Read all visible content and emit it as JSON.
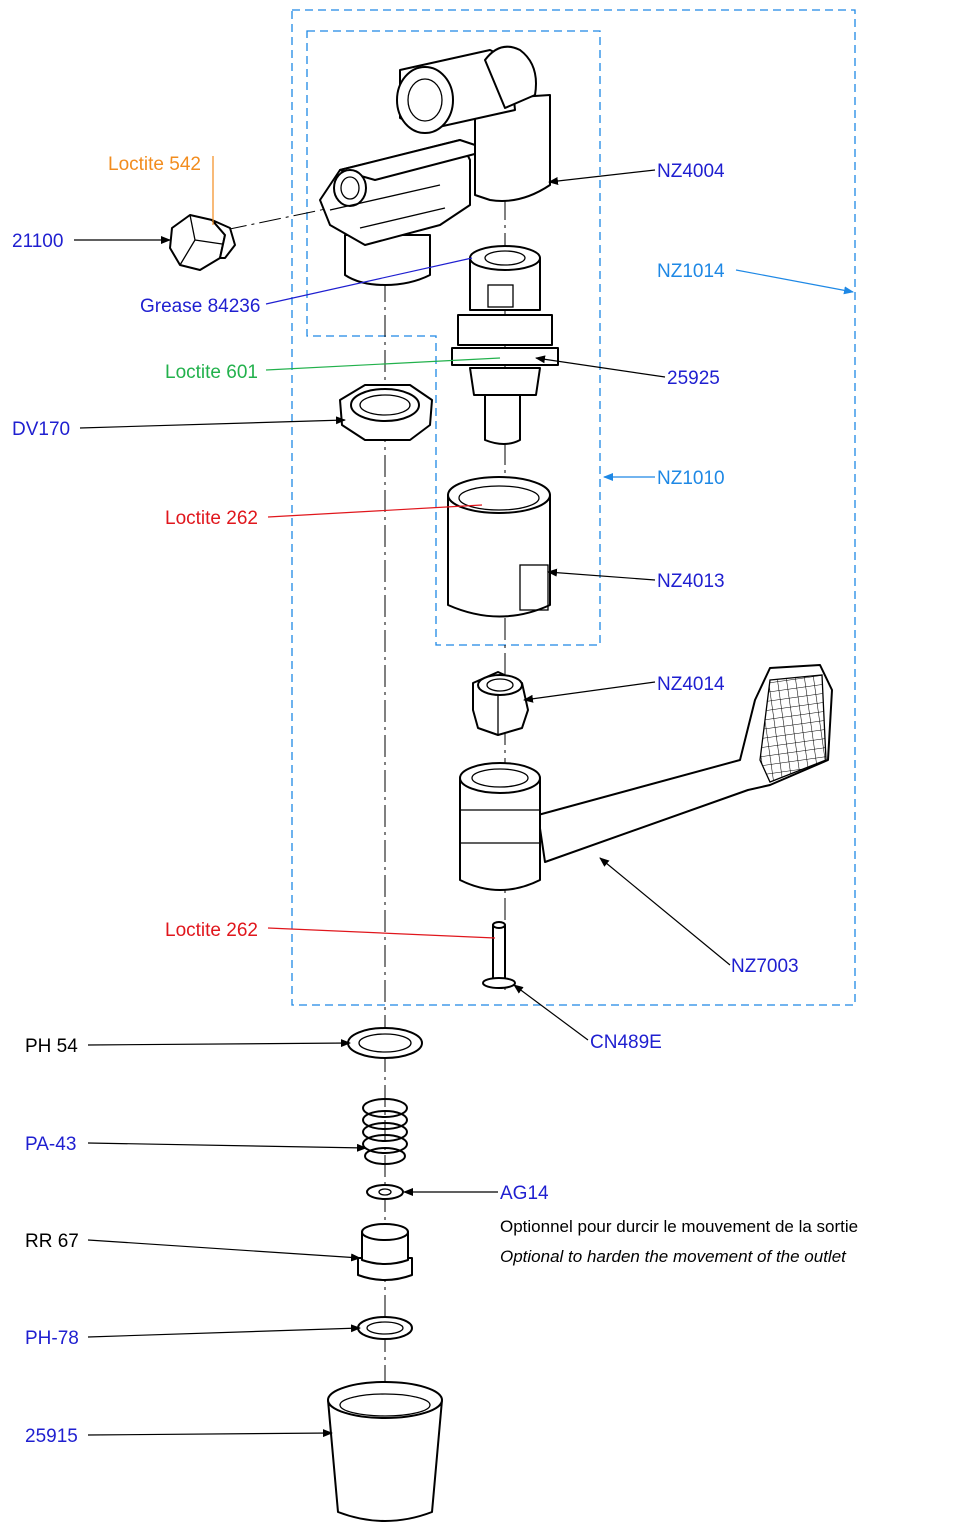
{
  "colors": {
    "part_number": "#1f1fd0",
    "assembly": "#1e88e5",
    "plain": "#000000",
    "loctite_542": "#f28c1e",
    "loctite_601": "#22b14c",
    "loctite_262": "#e0161c",
    "grease": "#1f1fd0"
  },
  "labels": {
    "l21100": "21100",
    "loctite542": "Loctite 542",
    "grease84236": "Grease 84236",
    "loctite601": "Loctite 601",
    "dv170": "DV170",
    "loctite262_top": "Loctite 262",
    "loctite262_bottom": "Loctite 262",
    "nz4004": "NZ4004",
    "nz1014": "NZ1014",
    "p25925": "25925",
    "nz1010": "NZ1010",
    "nz4013": "NZ4013",
    "nz4014": "NZ4014",
    "nz7003": "NZ7003",
    "cn489e": "CN489E",
    "ph54": "PH 54",
    "pa43": "PA-43",
    "ag14": "AG14",
    "rr67": "RR 67",
    "ph78": "PH-78",
    "p25915": "25915"
  },
  "notes": {
    "fr": "Optionnel pour durcir le mouvement de la sortie",
    "en": "Optional to harden the movement of the outlet"
  }
}
